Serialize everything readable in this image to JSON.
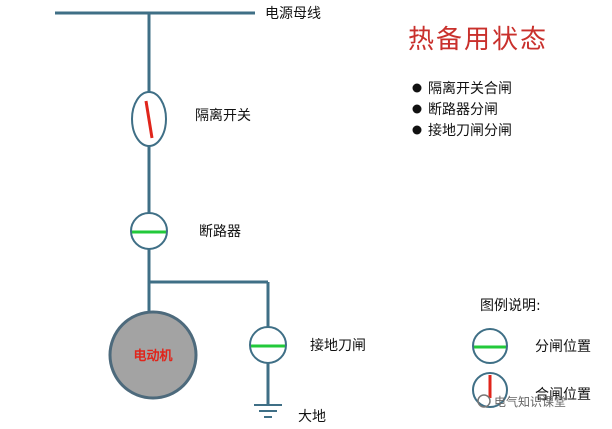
{
  "title": "热备用状态",
  "status_list": [
    "隔离开关合闸",
    "断路器分闸",
    "接地刀闸分闸"
  ],
  "labels": {
    "busbar": "电源母线",
    "isolator": "隔离开关",
    "breaker": "断路器",
    "motor": "电动机",
    "earth_switch": "接地刀闸",
    "ground": "大地"
  },
  "legend": {
    "title": "图例说明:",
    "open": "分闸位置",
    "closed": "合闸位置"
  },
  "watermark": "电气知识课堂",
  "colors": {
    "line": "#3f6f86",
    "title": "#c9302c",
    "open_indicator": "#22c93a",
    "closed_indicator": "#e0251b",
    "motor_fill": "#a3a3a3",
    "motor_stroke": "#4d6a7c"
  }
}
